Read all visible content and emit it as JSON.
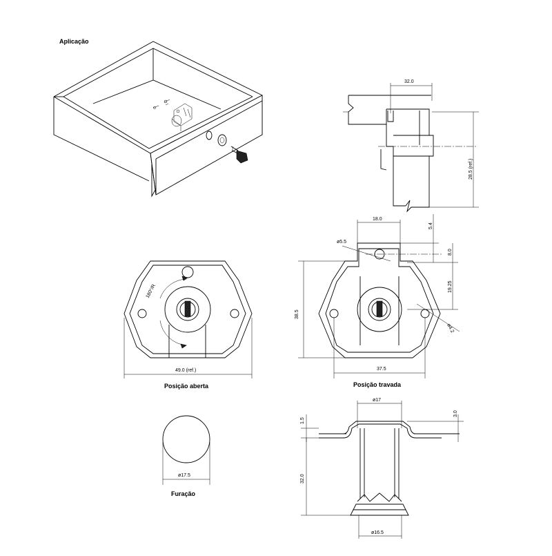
{
  "titles": {
    "application": "Aplicação",
    "open_position": "Posição aberta",
    "locked_position": "Posição travada",
    "drilling": "Furação"
  },
  "dimensions": {
    "side_width": "32.0",
    "side_height": "28.5 (ref.)",
    "locked_top_width": "18.0",
    "locked_small_hole": "ø5.5",
    "locked_offset_top": "5.4",
    "locked_offset_hole": "8.0",
    "locked_center_height": "19.25",
    "locked_side_hole": "ø4.2",
    "locked_total_height": "38.5",
    "locked_hole_spacing": "37.5",
    "open_rotation": "180°/R",
    "open_total_width": "49.0 (ref.)",
    "drill_diameter": "ø17.5",
    "bottom_flange_diameter": "ø17",
    "bottom_flange_height": "3.0",
    "bottom_plate": "1.5",
    "bottom_body_length": "32.0",
    "bottom_base_diameter": "ø16.5"
  }
}
